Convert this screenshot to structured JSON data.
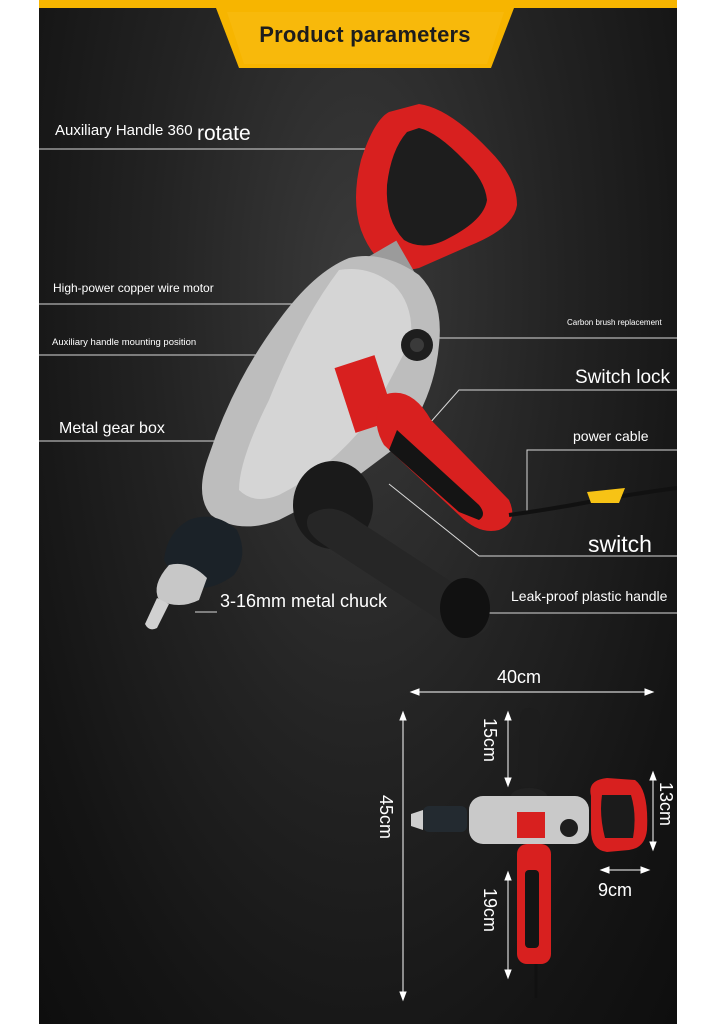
{
  "header": {
    "title": "Product parameters"
  },
  "callouts": {
    "aux_handle": "Auxiliary Handle 360",
    "aux_handle_rotate": "rotate",
    "motor": "High-power copper wire motor",
    "mounting": "Auxiliary handle mounting position",
    "gearbox": "Metal gear box",
    "carbon_brush": "Carbon brush replacement",
    "switch_lock": "Switch lock",
    "power_cable": "power cable",
    "switch": "switch",
    "plastic_handle": "Leak-proof plastic handle",
    "chuck": "3-16mm metal chuck"
  },
  "dimensions": {
    "width_total": "40cm",
    "height_total": "45cm",
    "top_handle": "15cm",
    "rear_handle_height": "13cm",
    "rear_handle_width": "9cm",
    "grip_length": "19cm"
  },
  "colors": {
    "accent": "#f7b500",
    "tool_red": "#d8201f",
    "background": "#1b1b1b"
  }
}
